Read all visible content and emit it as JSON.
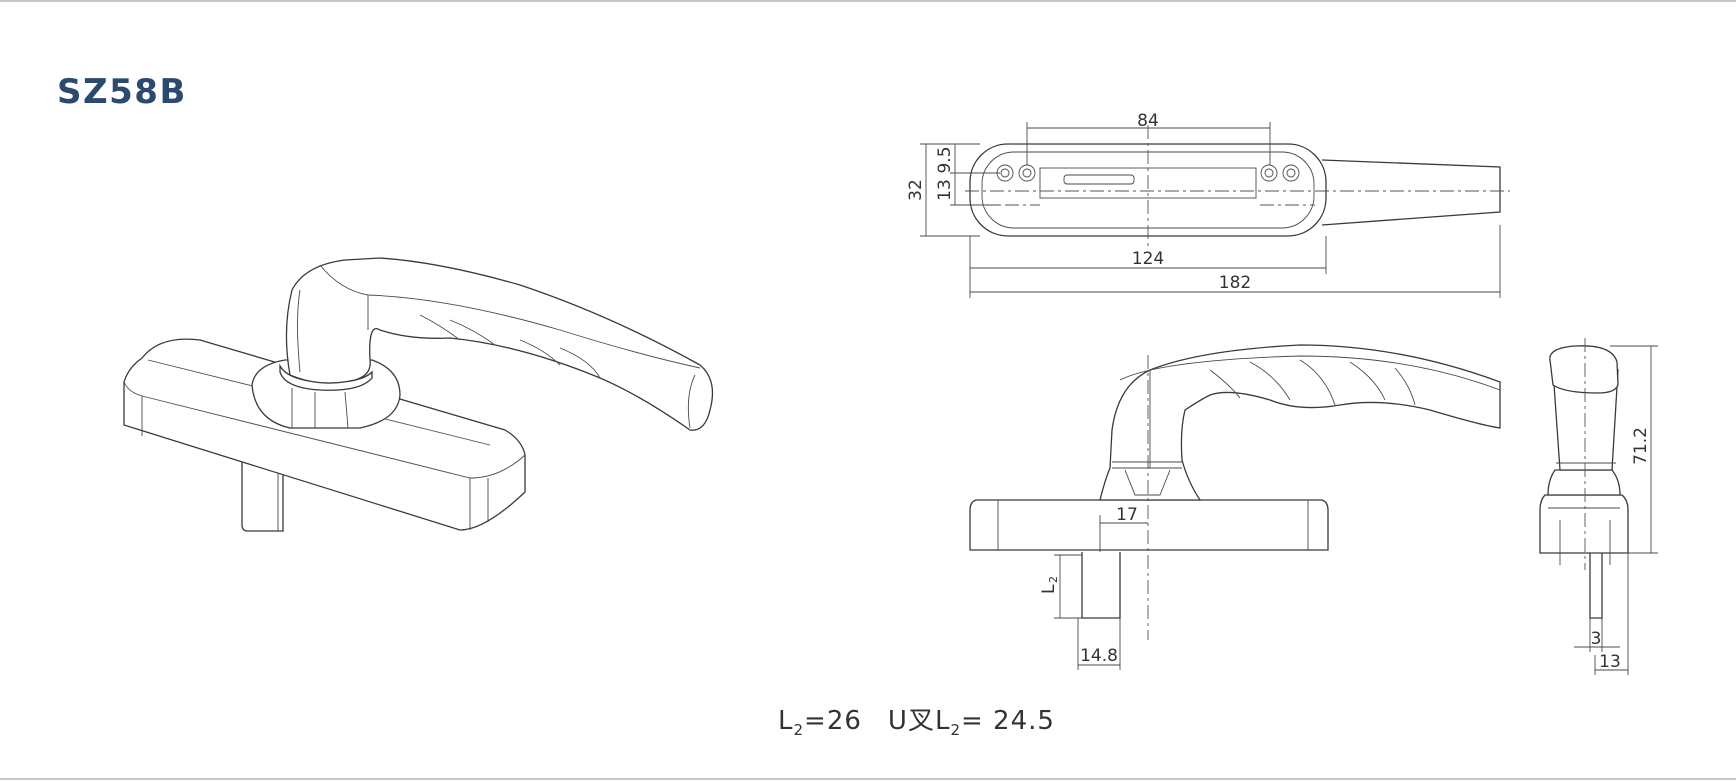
{
  "product": {
    "model": "SZ58B"
  },
  "colors": {
    "title": "#2b4a6e",
    "line": "#3a3a3a",
    "rule": "#c8c8c8"
  },
  "top_view": {
    "dims": {
      "d84": "84",
      "d9_5": "9.5",
      "d13": "13",
      "d32": "32",
      "d124": "124",
      "d182": "182"
    }
  },
  "front_view": {
    "dims": {
      "d17": "17",
      "l2_symbol": "L",
      "l2_sub": "2",
      "d14_8": "14.8"
    }
  },
  "side_view": {
    "dims": {
      "d71_2": "71.2",
      "d3": "3",
      "d13": "13"
    }
  },
  "formula": {
    "a_symbol": "L",
    "a_sub": "2",
    "a_value": "=26",
    "b_prefix": "U叉L",
    "b_sub": "2",
    "b_value": "= 24.5"
  }
}
